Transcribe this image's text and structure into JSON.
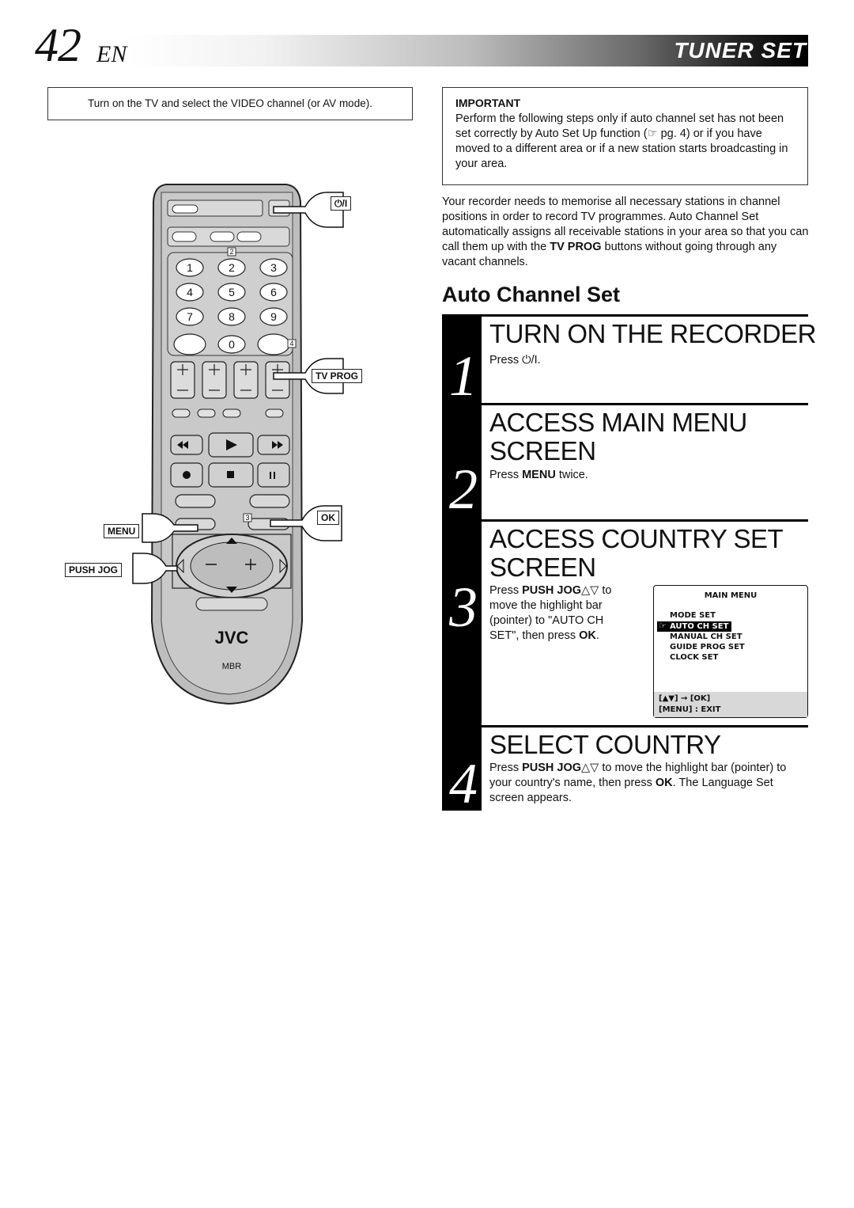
{
  "header": {
    "page_number": "42",
    "language": "EN",
    "section": "TUNER SET"
  },
  "prep_note": "Turn on the TV and select the VIDEO channel (or AV mode).",
  "important": {
    "heading": "IMPORTANT",
    "text": "Perform the following steps only if auto channel set has not been set correctly by Auto Set Up function (☞ pg. 4) or if you have moved to a different area or if a new station starts broadcasting in your area."
  },
  "intro": {
    "before": "Your recorder needs to memorise all necessary stations in channel positions in order to record TV programmes. Auto Channel Set automatically assigns all receivable stations in your area so that you can call them up with the ",
    "bold": "TV PROG",
    "after": " buttons without going through any vacant channels."
  },
  "subheading": "Auto Channel Set",
  "steps": [
    {
      "number": "1",
      "title": "TURN ON THE RECORDER",
      "pre": "Press ",
      "b1": "⏻/I",
      "mid": ".",
      "b2": "",
      "post": ""
    },
    {
      "number": "2",
      "title_l1": "ACCESS MAIN MENU",
      "title_l2": "SCREEN",
      "pre": "Press ",
      "b1": "MENU",
      "mid": " twice.",
      "b2": "",
      "post": ""
    },
    {
      "number": "3",
      "title_l1": "ACCESS COUNTRY SET",
      "title_l2": "SCREEN",
      "pre": "Press ",
      "b1": "PUSH JOG",
      "mid": "△▽ to move the highlight bar (pointer) to \"AUTO CH SET\", then press ",
      "b2": "OK",
      "post": "."
    },
    {
      "number": "4",
      "title": "SELECT COUNTRY",
      "pre": "Press ",
      "b1": "PUSH JOG",
      "mid": "△▽ to move the highlight bar (pointer) to your country's name, then press ",
      "b2": "OK",
      "post": ". The Language Set screen appears."
    }
  ],
  "menu_screen": {
    "title": "MAIN MENU",
    "items": [
      "MODE SET",
      "AUTO CH SET",
      "MANUAL CH SET",
      "GUIDE PROG SET",
      "CLOCK SET"
    ],
    "selected": "AUTO CH SET",
    "pointer": "☞",
    "footer_nav": "[▲▼] → [OK]",
    "footer_exit": "[MENU] : EXIT"
  },
  "remote": {
    "callouts": {
      "power": "⏻/I",
      "tv_prog": "TV PROG",
      "ok": "OK",
      "menu": "MENU",
      "push_jog": "PUSH JOG"
    },
    "keys": [
      "1",
      "2",
      "3",
      "4",
      "5",
      "6",
      "7",
      "8",
      "9",
      "0"
    ],
    "badges": [
      "2",
      "4",
      "3"
    ],
    "brand": "JVC",
    "sub_brand": "MBR"
  }
}
